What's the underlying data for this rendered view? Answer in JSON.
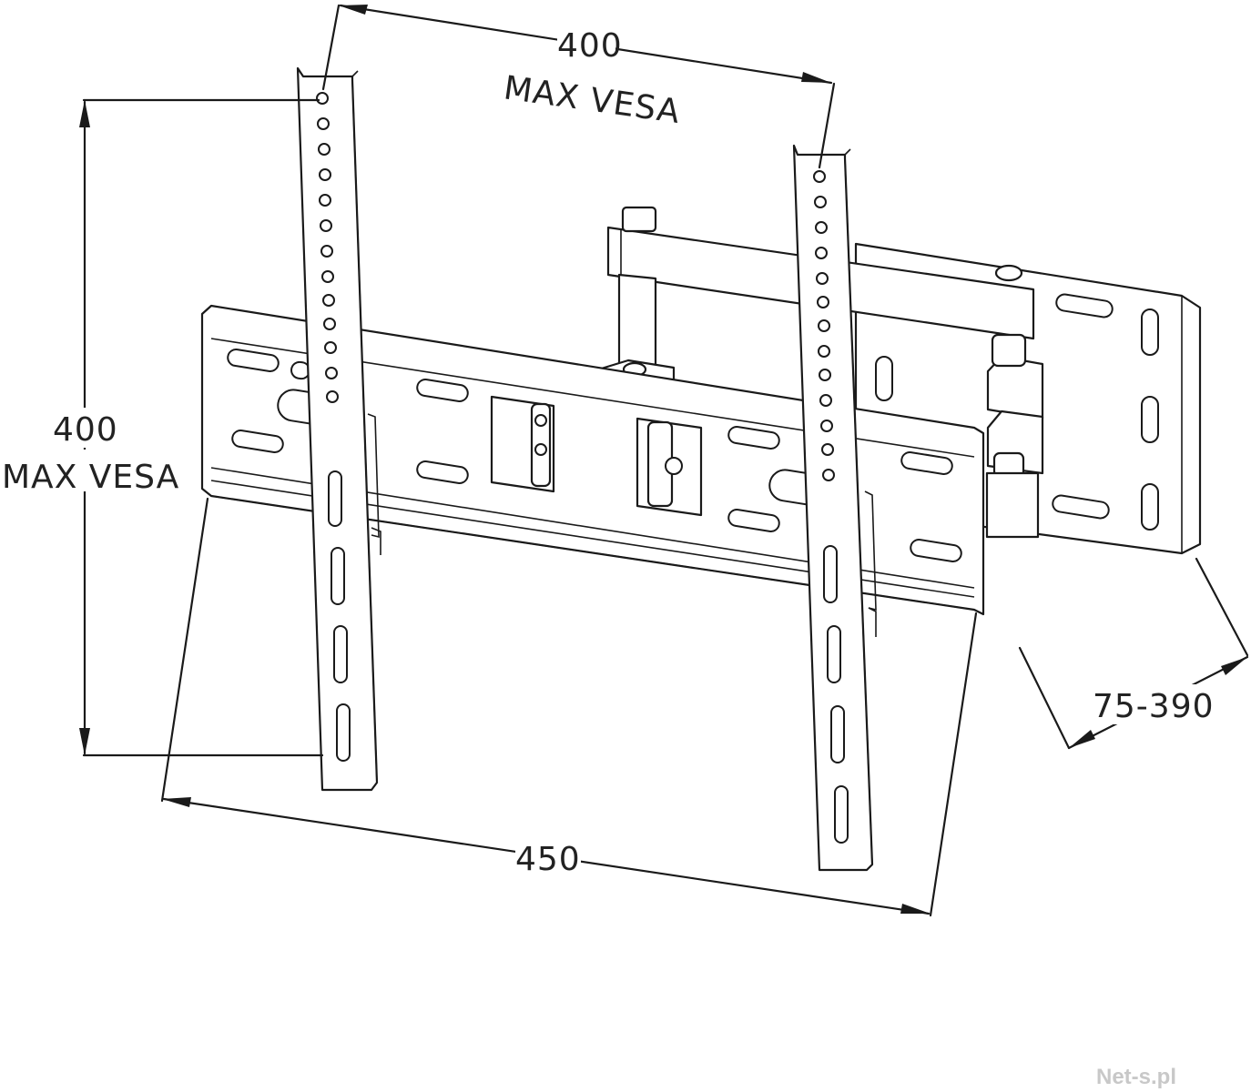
{
  "dimensions": {
    "top_width_value": "400",
    "top_width_label": "MAX VESA",
    "left_height_value": "400",
    "left_height_label": "MAX VESA",
    "bottom_width_value": "450",
    "depth_range_value": "75-390"
  },
  "watermark": "Net-s.pl"
}
